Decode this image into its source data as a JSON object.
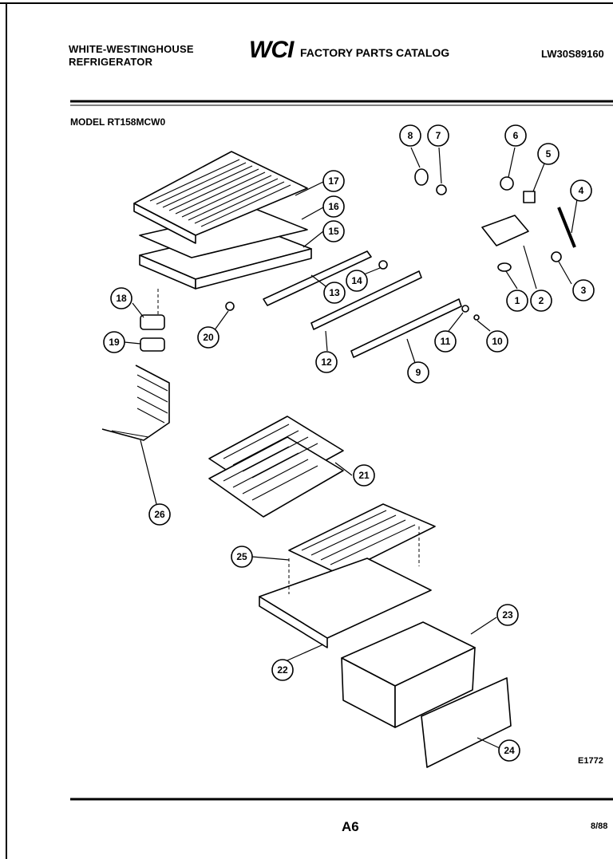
{
  "header": {
    "brand_line1": "WHITE-WESTINGHOUSE",
    "brand_line2": "REFRIGERATOR",
    "logo": "WCI",
    "catalog_title": "FACTORY PARTS CATALOG",
    "catalog_number": "LW30S89160"
  },
  "model_label": "MODEL RT158MCW0",
  "diagram_id": "E1772",
  "footer": {
    "page": "A6",
    "date": "8/88"
  },
  "callouts": [
    "1",
    "2",
    "3",
    "4",
    "5",
    "6",
    "7",
    "8",
    "9",
    "10",
    "11",
    "12",
    "13",
    "14",
    "15",
    "16",
    "17",
    "18",
    "19",
    "20",
    "21",
    "22",
    "23",
    "24",
    "25",
    "26"
  ]
}
